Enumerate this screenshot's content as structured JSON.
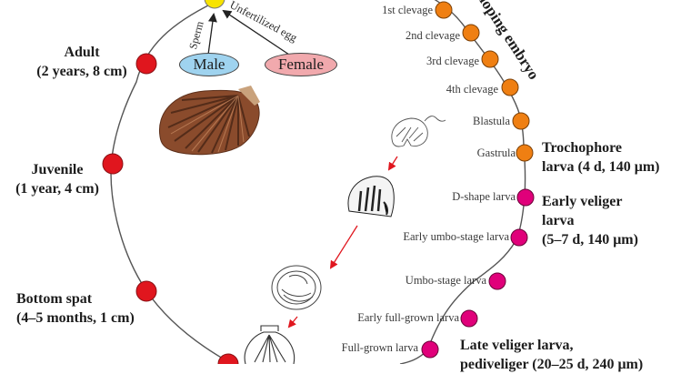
{
  "colors": {
    "adult_stage": "#e0161e",
    "fertilized": "#f7e300",
    "embryo_stage": "#ef7f12",
    "larva_stage": "#e0007a",
    "male": "#9fd3ef",
    "female": "#f1a9ad",
    "arrow_red": "#e0161e",
    "cycle_line": "#555555"
  },
  "parents": {
    "male_label": "Male",
    "female_label": "Female",
    "sperm_label": "Sperm",
    "egg_label": "Unfertilized egg"
  },
  "embryo_heading": "Developing embryo",
  "left_stages": [
    {
      "title": "Adult",
      "detail": "(2 years, 8 cm)"
    },
    {
      "title": "Juvenile",
      "detail": "(1 year, 4 cm)"
    },
    {
      "title": "Bottom spat",
      "detail": "(4–5 months, 1 cm)"
    }
  ],
  "embryo_stages": [
    {
      "label": "1st clevage"
    },
    {
      "label": "2nd clevage"
    },
    {
      "label": "3rd clevage"
    },
    {
      "label": "4th clevage"
    },
    {
      "label": "Blastula"
    },
    {
      "label": "Gastrula"
    }
  ],
  "larva_stages": [
    {
      "label": "D-shape larva"
    },
    {
      "label": "Early umbo-stage larva"
    },
    {
      "label": "Umbo-stage larva"
    },
    {
      "label": "Early full-grown larva"
    },
    {
      "label": "Full-grown larva"
    }
  ],
  "phase_labels": {
    "trochophore": [
      "Trochophore",
      "larva (4 d, 140 μm)"
    ],
    "early_veliger": [
      "Early veliger",
      "larva",
      "(5–7 d, 140 μm)"
    ],
    "late_veliger": [
      "Late veliger larva,",
      "pediveliger (20–25 d, 240 μm)"
    ]
  }
}
